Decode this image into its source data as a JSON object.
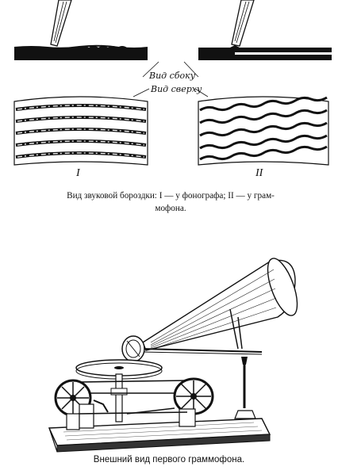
{
  "fig1": {
    "label_side": "Вид сбоку",
    "label_top": "Вид сверху",
    "roman_1": "I",
    "roman_2": "II",
    "caption_line1": "Вид звуковой бороздки: I — у фонографа; II — у грам-",
    "caption_line2": "мофона."
  },
  "fig2": {
    "caption": "Внешний вид первого граммофона."
  }
}
